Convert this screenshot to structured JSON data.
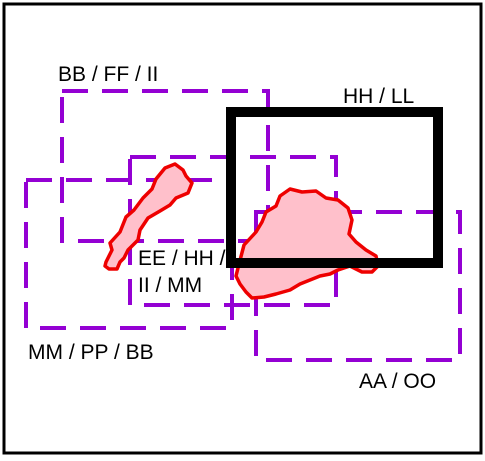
{
  "colors": {
    "background": "#ffffff",
    "frame": "#000000",
    "dashed_box": "#9400d3",
    "thick_box": "#000000",
    "region_fill": "#ffc0cb",
    "region_stroke": "#ee0000",
    "text": "#000000"
  },
  "labels": {
    "bb_ff_ii": "BB / FF / II",
    "hh_ll": "HH / LL",
    "ee_hh_line1": "EE / HH /",
    "ee_hh_line2": "II / MM",
    "mm_pp_bb": "MM / PP / BB",
    "aa_oo": "AA / OO"
  }
}
